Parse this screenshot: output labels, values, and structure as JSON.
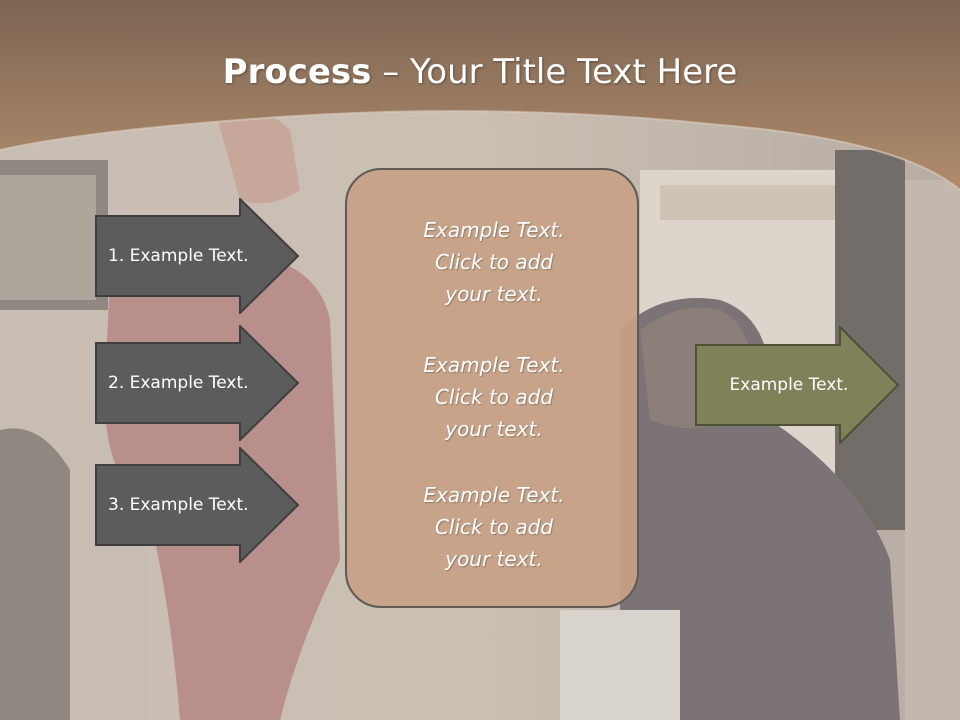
{
  "title": {
    "bold": "Process",
    "separator": " – ",
    "rest": "Your Title Text Here"
  },
  "left_arrows": [
    {
      "label": "1. Example Text."
    },
    {
      "label": "2. Example Text."
    },
    {
      "label": "3. Example Text."
    }
  ],
  "center_blocks": [
    {
      "line1": "Example Text.",
      "line2": "Click  to add",
      "line3": "your text."
    },
    {
      "line1": "Example Text.",
      "line2": "Click  to add",
      "line3": "your text."
    },
    {
      "line1": "Example Text.",
      "line2": "Click  to add",
      "line3": "your text."
    }
  ],
  "right_arrow": {
    "label": "Example Text."
  },
  "colors": {
    "header_brown": "#a98161",
    "left_arrow_fill": "#5c5c5c",
    "right_arrow_fill": "#7f8159",
    "center_box_fill": "#c5a185"
  }
}
